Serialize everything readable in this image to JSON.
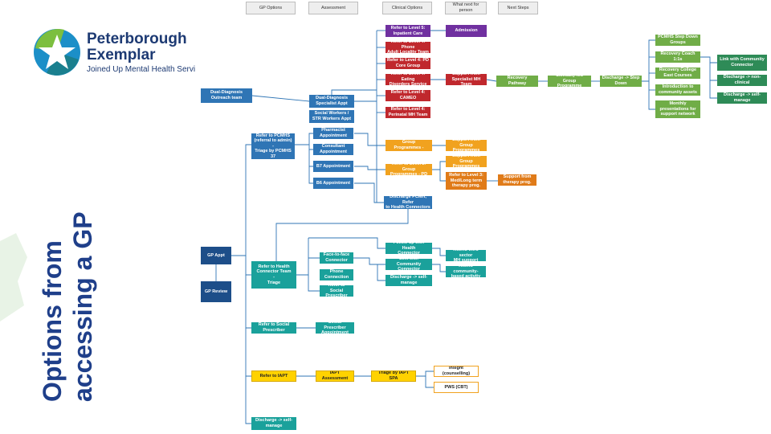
{
  "brand": {
    "line1": "Peterborough",
    "line2": "Exemplar",
    "line3": "Joined Up Mental Health Servi"
  },
  "title": {
    "line1": "Options from",
    "line2": "accessing a GP"
  },
  "colors": {
    "title": "#1f3f8a",
    "logo_green": "#7cbf3f",
    "logo_blue": "#1c8fc8",
    "logo_teal": "#1a7f8e",
    "connector": "#2f75b5"
  },
  "headers": [
    "GP Options",
    "Assessment",
    "Clinical Options",
    "What next for\nperson",
    "Next Steps"
  ],
  "nodes": [
    {
      "id": "gp_appt",
      "text": "GP Appt",
      "color": "blue"
    },
    {
      "id": "gp_review",
      "text": "GP Review",
      "color": "blue"
    },
    {
      "id": "dual_outreach",
      "text": "Dual-Diagnosis\nOutreach team",
      "color": "lblue"
    },
    {
      "id": "dual_spec",
      "text": "Dual-Diagnosis\nSpecialist Appt",
      "color": "lblue"
    },
    {
      "id": "social_workers",
      "text": "Social Workers /\nSTR Workers Appt",
      "color": "lblue"
    },
    {
      "id": "pcmhs_referral",
      "text": "Refer to PCMHS\n(referral to admin)\n-\nTriage by PCMHS 37",
      "color": "lblue"
    },
    {
      "id": "pharmacist",
      "text": "Pharmacist\nAppointment",
      "color": "lblue"
    },
    {
      "id": "consultant",
      "text": "Consultant\nAppointment",
      "color": "lblue"
    },
    {
      "id": "b7",
      "text": "B7 Appointment",
      "color": "lblue"
    },
    {
      "id": "b6",
      "text": "B6 Appointment",
      "color": "lblue"
    },
    {
      "id": "l5_inpatient",
      "text": "Refer to Level 5:\nInpatient Care",
      "color": "purple"
    },
    {
      "id": "admission",
      "text": "Admission",
      "color": "purple"
    },
    {
      "id": "l4_adult",
      "text": "Refer to Level 4: Phone\nAdult Locality Team",
      "color": "red"
    },
    {
      "id": "l4_pd",
      "text": "Refer to Level 4: PD\nCore Group",
      "color": "red"
    },
    {
      "id": "l4_eating",
      "text": "Refer to Level 4: Eating\nDisorders Service",
      "color": "red"
    },
    {
      "id": "support_spec",
      "text": "Support from\nSpecialist MH Team",
      "color": "red"
    },
    {
      "id": "l4_cameo",
      "text": "Refer to Level 4:\nCAMEO",
      "color": "red"
    },
    {
      "id": "l4_perinatal",
      "text": "Refer to Level 4:\nPerinatal MH Team",
      "color": "red"
    },
    {
      "id": "recovery_pathway",
      "text": "Recovery Pathway",
      "color": "green"
    },
    {
      "id": "clinical_group",
      "text": "Clinically-led Group\nProgramme",
      "color": "green"
    },
    {
      "id": "discharge_step",
      "text": "Discharge -> Step\nDown",
      "color": "green"
    },
    {
      "id": "pcmhs_step",
      "text": "PCMHS Step Down\nGroups",
      "color": "green"
    },
    {
      "id": "recovery_coach",
      "text": "Recovery Coach 1:1s",
      "color": "green"
    },
    {
      "id": "recovery_college",
      "text": "Recovery College\nEast Courses",
      "color": "green"
    },
    {
      "id": "intro_assets",
      "text": "Introduction to\ncommunity assets",
      "color": "green"
    },
    {
      "id": "monthly_network",
      "text": "Monthly\npresentations for\nsupport network",
      "color": "green"
    },
    {
      "id": "link_connector",
      "text": "Link with Community\nConnector",
      "color": "dgreen"
    },
    {
      "id": "discharge_nonclinical",
      "text": "Discharge -> non-clinical",
      "color": "dgreen"
    },
    {
      "id": "discharge_selfmanage_top",
      "text": "Discharge -> self-\nmanage",
      "color": "dgreen"
    },
    {
      "id": "l2_cmhs",
      "text": "Refer to Level 2: Group\nProgrammes - CMHS",
      "color": "orange"
    },
    {
      "id": "support_group_1",
      "text": "Support from Group\nProgrammes",
      "color": "orange"
    },
    {
      "id": "support_group_2",
      "text": "Support from Group\nProgrammes",
      "color": "orange"
    },
    {
      "id": "l2_pd",
      "text": "Refer to Level 2: Group\nProgrammes - PD",
      "color": "orange"
    },
    {
      "id": "l3_therapy",
      "text": "Refer to Level 3:\nMed/Long term\ntherapy prog.",
      "color": "dorange"
    },
    {
      "id": "support_therapy",
      "text": "Support from\ntherapy prog.",
      "color": "dorange"
    },
    {
      "id": "discharge_pcmh",
      "text": "Discharge PCMH, Refer\nto Health Connectors",
      "color": "lblue"
    },
    {
      "id": "health_connector_team",
      "text": "Refer to Health\nConnector Team\n-\nTriage",
      "color": "teal"
    },
    {
      "id": "face_to_face",
      "text": "Face-to-face\nConnector",
      "color": "teal"
    },
    {
      "id": "phone_connection",
      "text": "Phone Connection",
      "color": "teal"
    },
    {
      "id": "refer_social_1",
      "text": "Refer to Social\nPrescriber",
      "color": "teal"
    },
    {
      "id": "follow_up_hc",
      "text": "Follow up with Health\nConnector",
      "color": "teal"
    },
    {
      "id": "link_community",
      "text": "Link with Community\nConnector",
      "color": "teal"
    },
    {
      "id": "discharge_selfmanage_mid",
      "text": "Discharge -> self-\nmanage",
      "color": "teal"
    },
    {
      "id": "third_sector",
      "text": "Attend third sector\nMH support",
      "color": "teal"
    },
    {
      "id": "community_activity",
      "text": "Attend community-\nbased activity",
      "color": "teal"
    },
    {
      "id": "refer_social_2",
      "text": "Refer to Social\nPrescriber",
      "color": "teal"
    },
    {
      "id": "social_appt",
      "text": "Social Prescriber\nAppointment",
      "color": "teal"
    },
    {
      "id": "refer_iapt",
      "text": "Refer to IAPT",
      "color": "yellow"
    },
    {
      "id": "iapt_assessment",
      "text": "IAPT Assessment",
      "color": "yellow"
    },
    {
      "id": "triage_iapt",
      "text": "Triage by IAPT SPA",
      "color": "yellow"
    },
    {
      "id": "insight",
      "text": "Insight (counselling)",
      "color": "white"
    },
    {
      "id": "pws",
      "text": "PWS (CBT)",
      "color": "white"
    },
    {
      "id": "discharge_selfmanage_bottom",
      "text": "Discharge -> self-\nmanage",
      "color": "teal"
    }
  ]
}
